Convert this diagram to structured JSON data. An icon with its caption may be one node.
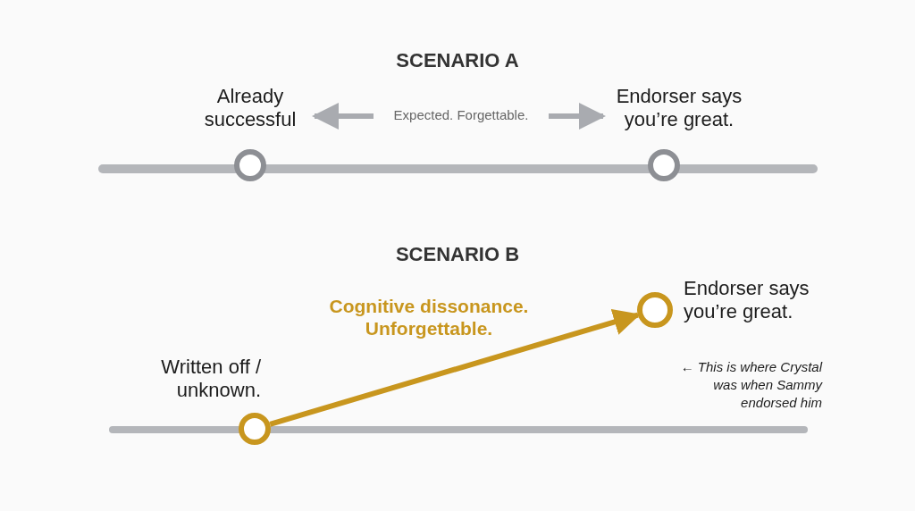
{
  "diagram": {
    "nodes": [
      {
        "text": [
          "Already successful"
        ]
      },
      {
        "text": [
          "Endorser says you’re great."
        ]
      },
      {
        "text": [
          "Written off / unknown."
        ]
      },
      {
        "text": [
          "Endorser says you’re great."
        ],
        "beside": [
          "← This is where Crystal was when Sammy endorsed him"
        ]
      }
    ],
    "edges": [
      {
        "from": 0,
        "to": 1,
        "arrow": "both",
        "label": "Expected. Forgettable.",
        "color": "#a9abb0"
      },
      {
        "from": 2,
        "to": 3,
        "arrow": "to",
        "label": "Cognitive dissonance. Unforgettable.",
        "color": "#c8961e"
      }
    ],
    "labels": [
      "SCENARIO A",
      "SCENARIO B"
    ]
  }
}
